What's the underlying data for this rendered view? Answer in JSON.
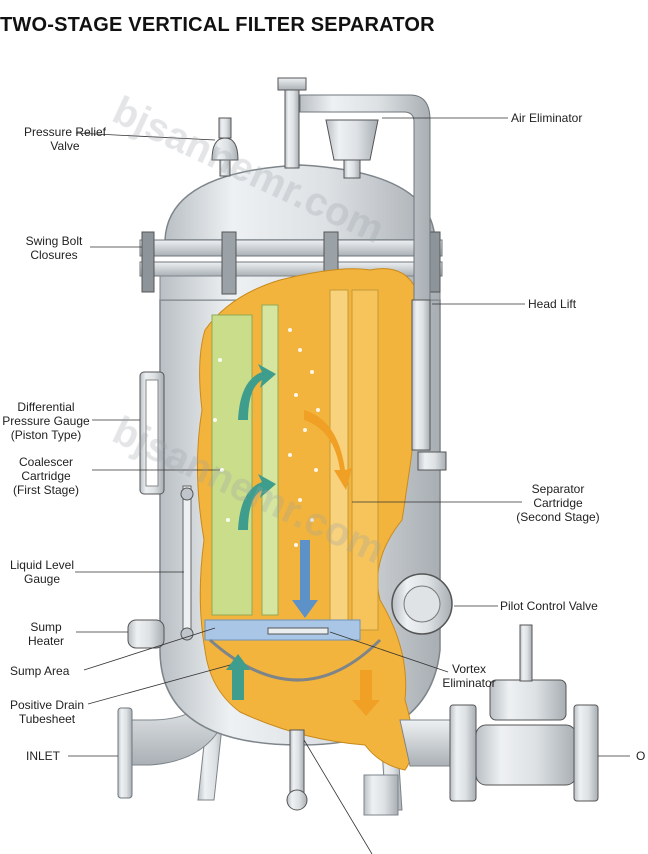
{
  "title": "TWO-STAGE VERTICAL FILTER SEPARATOR",
  "watermark": "bjsannemr.com",
  "labels": {
    "pressure_relief_valve": "Pressure Relief\nValve",
    "swing_bolt_closures": "Swing Bolt\nClosures",
    "differential_pressure_gauge": "Differential\nPressure Gauge\n(Piston Type)",
    "coalescer_cartridge": "Coalescer\nCartridge\n(First Stage)",
    "liquid_level_gauge": "Liquid Level\nGauge",
    "sump_heater": "Sump\nHeater",
    "sump_area": "Sump Area",
    "positive_drain_tubesheet": "Positive Drain\nTubesheet",
    "inlet": "INLET",
    "air_eliminator": "Air Eliminator",
    "head_lift": "Head Lift",
    "separator_cartridge": "Separator\nCartridge\n(Second Stage)",
    "pilot_control_valve": "Pilot Control Valve",
    "vortex_eliminator": "Vortex\nEliminator",
    "outlet_partial": "O"
  },
  "colors": {
    "vessel": "#dfe3e6",
    "coalescer_fill": "#f2b43c",
    "separator_fill": "#f6a82a",
    "cartridge_green": "#c9dd8a",
    "water": "#a9c6e6",
    "arrow_teal": "#3f9d8d",
    "arrow_blue": "#5d92c9",
    "arrow_orange": "#f0a024"
  }
}
